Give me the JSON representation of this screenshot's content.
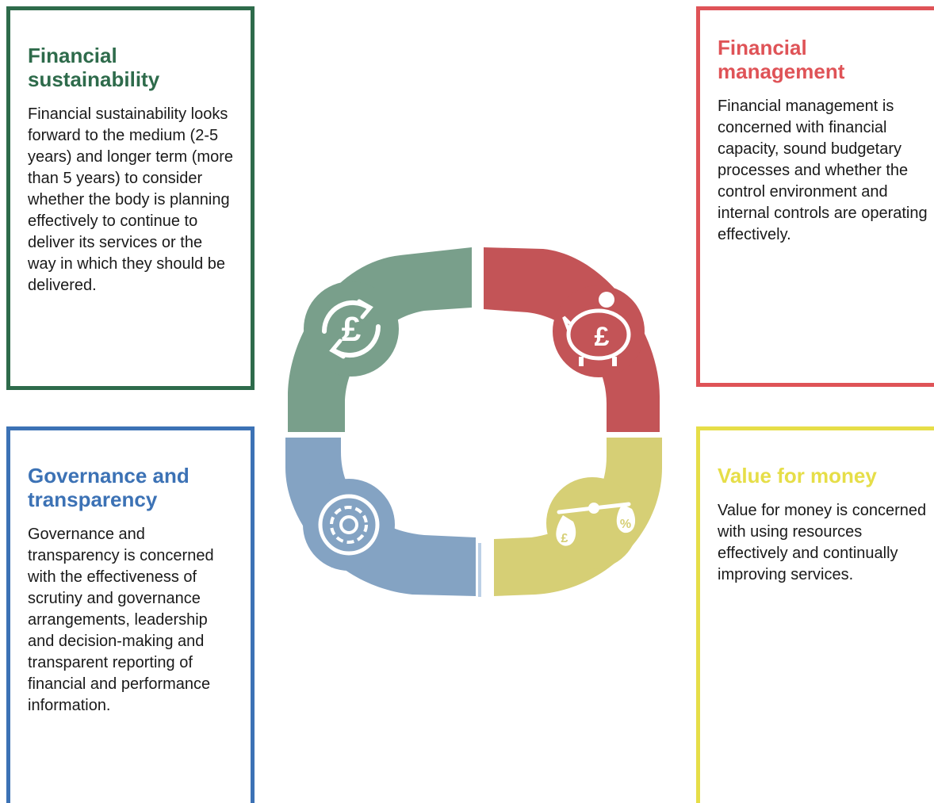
{
  "colors": {
    "sustainability": "#2e6b4b",
    "management": "#df5357",
    "governance": "#3c72b5",
    "value": "#e6de48",
    "segment_green": "#799f8b",
    "segment_red": "#c35457",
    "segment_blue": "#84a3c3",
    "segment_yellow": "#d6cf75"
  },
  "sections": {
    "sustainability": {
      "title": "Financial sustainability",
      "body": "Financial sustainability looks forward to the medium (2-5 years) and longer term (more than 5 years) to consider whether the body is planning effectively to continue to deliver its services or the way in which they should be delivered."
    },
    "management": {
      "title": "Financial management",
      "body": "Financial management is concerned with financial capacity, sound budgetary processes and whether the control environment and internal controls are operating effectively."
    },
    "governance": {
      "title": "Governance and transparency",
      "body": "Governance and transparency is concerned with the effectiveness of scrutiny and governance arrangements, leadership and decision-making and transparent reporting of financial and performance information."
    },
    "value": {
      "title": "Value for money",
      "body": "Value for money is concerned with using resources effectively and continually improving services."
    }
  },
  "icons": {
    "sustainability": "pound-cycle-icon",
    "management": "piggy-bank-icon",
    "governance": "gear-icon",
    "value": "scales-icon"
  },
  "icon_text": {
    "pound": "£",
    "percent": "%"
  }
}
